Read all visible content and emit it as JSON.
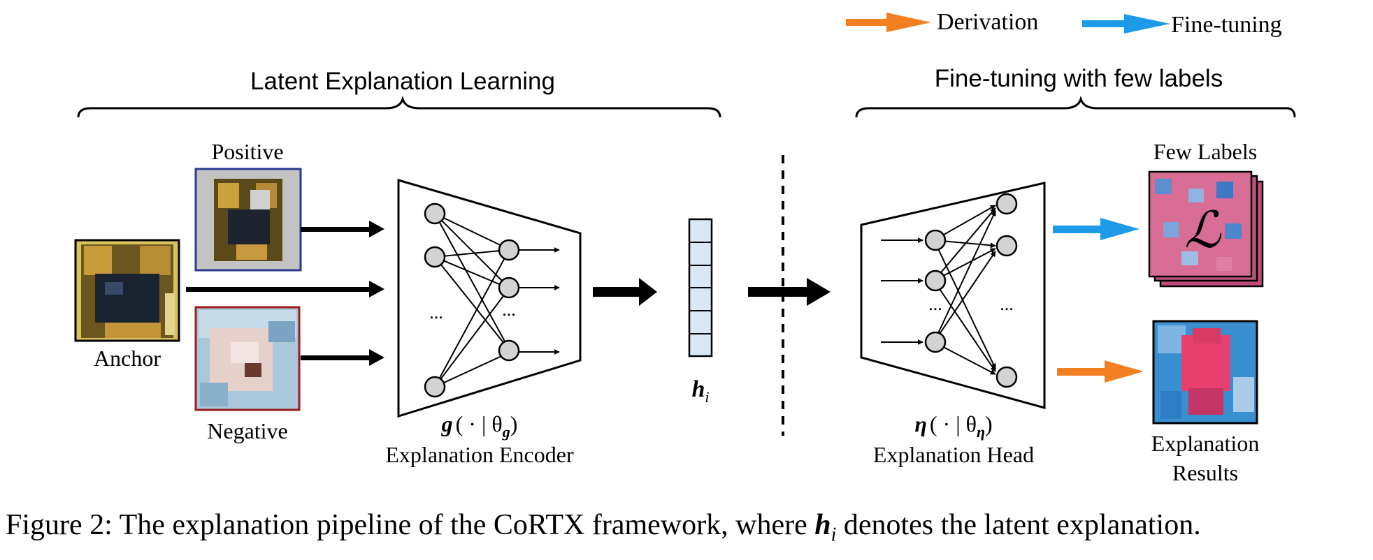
{
  "legend": {
    "derivation": "Derivation",
    "finetuning": "Fine-tuning",
    "colors": {
      "derivation": "#f28022",
      "finetuning": "#1e9be8"
    }
  },
  "sections": {
    "left_title": "Latent Explanation Learning",
    "right_title": "Fine-tuning with few labels"
  },
  "inputs": {
    "positive": "Positive",
    "anchor": "Anchor",
    "negative": "Negative",
    "positive_border": "#2a3a8c",
    "negative_border": "#9a1c1c"
  },
  "encoder": {
    "symbol": "g",
    "args": "( · | θ",
    "sub": "g",
    "close": ")",
    "label": "Explanation Encoder",
    "ellipsis": "..."
  },
  "latent": {
    "symbol": "h",
    "sub": "i",
    "cells": 6,
    "fill": "#d8e8f5"
  },
  "head": {
    "symbol": "η",
    "args": "( · | θ",
    "sub": "η",
    "close": ")",
    "label": "Explanation Head",
    "ellipsis": "..."
  },
  "outputs": {
    "few_labels": "Few Labels",
    "loss_symbol": "ℒ",
    "results_line1": "Explanation",
    "results_line2": "Results"
  },
  "caption": {
    "prefix": "Figure 2: The explanation pipeline of the CoRTX framework, where ",
    "symbol": "h",
    "sub": "i",
    "suffix": " denotes the latent explanation."
  }
}
